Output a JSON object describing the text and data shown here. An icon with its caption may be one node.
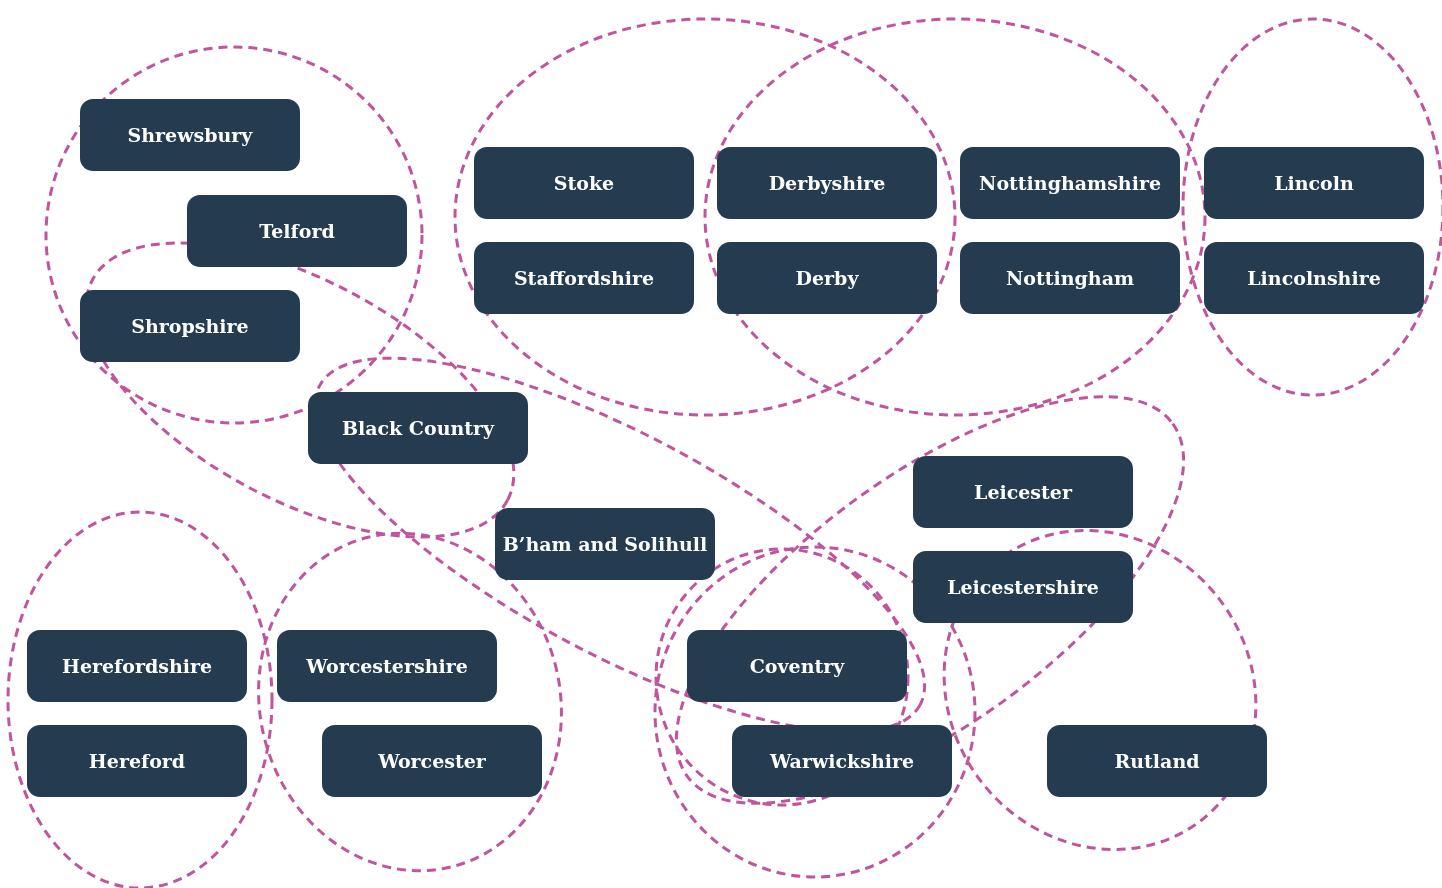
{
  "diagram": {
    "nodes": [
      {
        "text": [
          "Shrewsbury"
        ]
      },
      {
        "text": [
          "Telford"
        ]
      },
      {
        "text": [
          "Shropshire"
        ]
      },
      {
        "text": [
          "Stoke"
        ]
      },
      {
        "text": [
          "Derbyshire"
        ]
      },
      {
        "text": [
          "Nottinghamshire"
        ]
      },
      {
        "text": [
          "Lincoln"
        ]
      },
      {
        "text": [
          "Staffordshire"
        ]
      },
      {
        "text": [
          "Derby"
        ]
      },
      {
        "text": [
          "Nottingham"
        ]
      },
      {
        "text": [
          "Lincolnshire"
        ]
      },
      {
        "text": [
          "Black Country"
        ]
      },
      {
        "text": [
          "Leicester"
        ]
      },
      {
        "text": [
          "B’ham and Solihull"
        ]
      },
      {
        "text": [
          "Leicestershire"
        ]
      },
      {
        "text": [
          "Herefordshire"
        ]
      },
      {
        "text": [
          "Worcestershire"
        ]
      },
      {
        "text": [
          "Coventry"
        ]
      },
      {
        "text": [
          "Hereford"
        ]
      },
      {
        "text": [
          "Worcester"
        ]
      },
      {
        "text": [
          "Warwickshire"
        ]
      },
      {
        "text": [
          "Rutland"
        ]
      }
    ]
  }
}
